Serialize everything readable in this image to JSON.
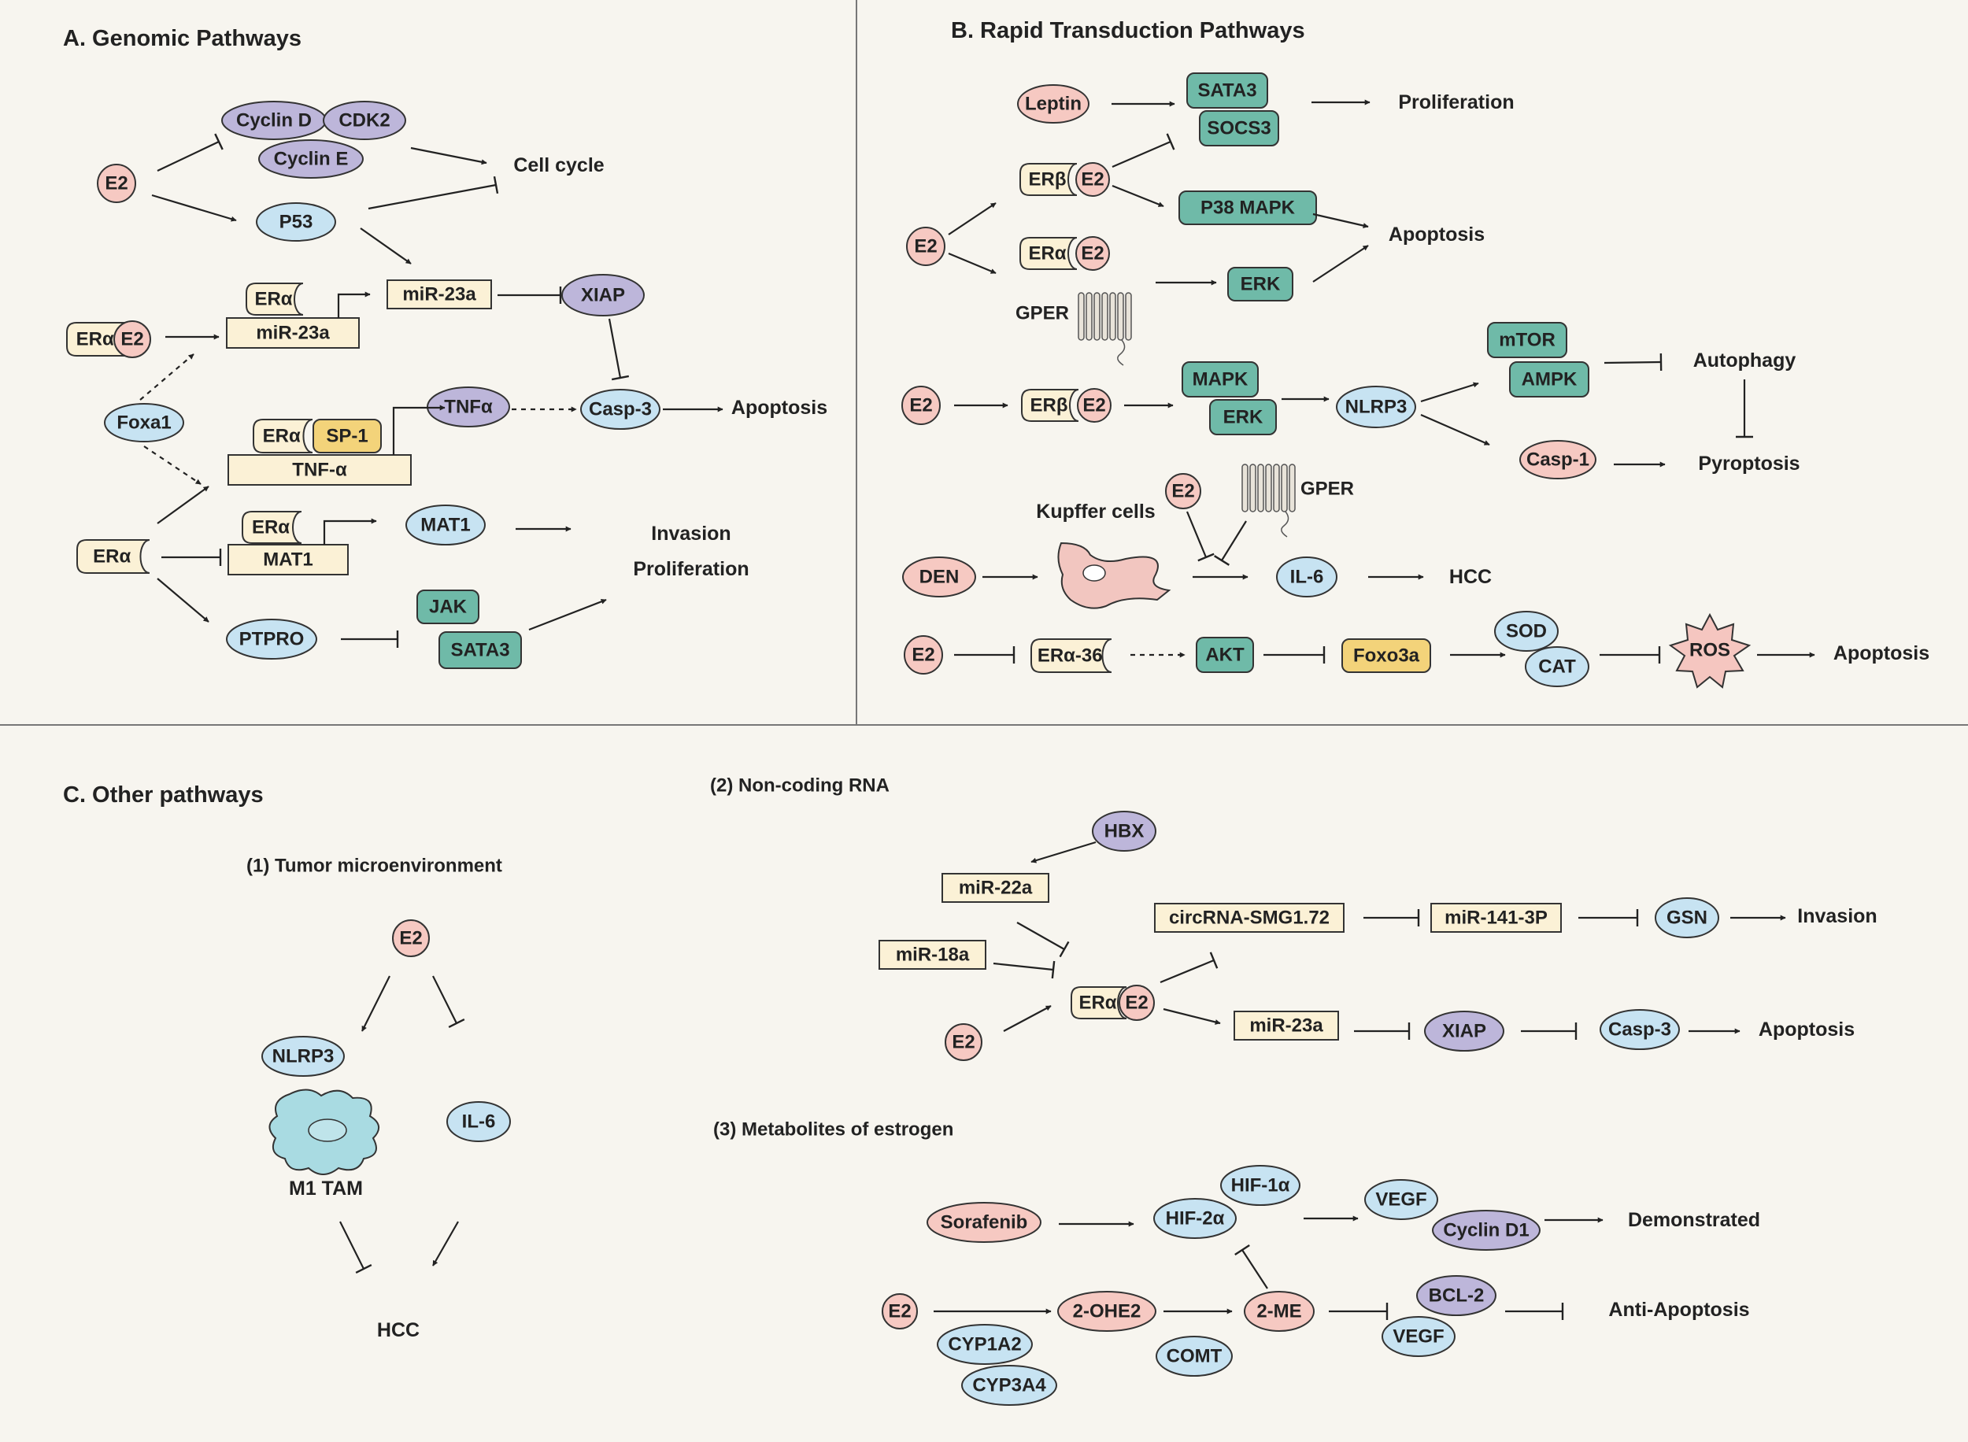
{
  "colors": {
    "background": "#f7f5ef",
    "pink": "#f6c9c2",
    "blue": "#c7e3f2",
    "purple": "#bdb6da",
    "teal": "#6fbaa8",
    "cream": "#fbf1d6",
    "yellow": "#f3d37a",
    "stroke": "#333333"
  },
  "sections": {
    "a": "A. Genomic Pathways",
    "b": "B. Rapid Transduction Pathways",
    "c": "C. Other pathways",
    "c1": "(1) Tumor microenvironment",
    "c2": "(2) Non-coding RNA",
    "c3": "(3) Metabolites of estrogen"
  },
  "a": {
    "cyclin_d": "Cyclin D",
    "cdk2": "CDK2",
    "cyclin_e": "Cyclin E",
    "e2": "E2",
    "p53": "P53",
    "cell_cycle": "Cell cycle",
    "era": "ERα",
    "era_e2": "E2",
    "mir23a_gene": "miR-23a",
    "mir23a_gene_era": "ERα",
    "mir23a": "miR-23a",
    "xiap": "XIAP",
    "foxa1": "Foxa1",
    "tnf_gene_era": "ERα",
    "sp1": "SP-1",
    "tnf_gene": "TNF-α",
    "tnfa": "TNFα",
    "casp3": "Casp-3",
    "apoptosis": "Apoptosis",
    "era_main": "ERα",
    "mat1_gene_era": "ERα",
    "mat1_gene": "MAT1",
    "mat1": "MAT1",
    "invasion": "Invasion",
    "proliferation": "Proliferation",
    "ptpro": "PTPRO",
    "jak": "JAK",
    "sata3": "SATA3"
  },
  "b": {
    "leptin": "Leptin",
    "sata3": "SATA3",
    "socs3": "SOCS3",
    "proliferation": "Proliferation",
    "erb": "ERβ",
    "erb_e2": "E2",
    "p38": "P38 MAPK",
    "e2": "E2",
    "era": "ERα",
    "era_e2": "E2",
    "apoptosis": "Apoptosis",
    "gper": "GPER",
    "erk": "ERK",
    "mtor": "mTOR",
    "ampk": "AMPK",
    "autophagy": "Autophagy",
    "e2_2": "E2",
    "erb2": "ERβ",
    "erb2_e2": "E2",
    "mapk": "MAPK",
    "erk2": "ERK",
    "nlrp3": "NLRP3",
    "casp1": "Casp-1",
    "pyroptosis": "Pyroptosis",
    "e2_3": "E2",
    "gper2": "GPER",
    "kupffer": "Kupffer cells",
    "den": "DEN",
    "il6": "IL-6",
    "hcc": "HCC",
    "e2_4": "E2",
    "era36": "ERα-36",
    "akt": "AKT",
    "foxo3a": "Foxo3a",
    "sod": "SOD",
    "cat": "CAT",
    "ros": "ROS",
    "apoptosis2": "Apoptosis"
  },
  "c1": {
    "e2": "E2",
    "nlrp3": "NLRP3",
    "il6": "IL-6",
    "m1tam": "M1 TAM",
    "hcc": "HCC"
  },
  "c2": {
    "hbx": "HBX",
    "mir22a": "miR-22a",
    "mir18a": "miR-18a",
    "e2": "E2",
    "era": "ERα",
    "era_e2": "E2",
    "circrna": "circRNA-SMG1.72",
    "mir141": "miR-141-3P",
    "gsn": "GSN",
    "invasion": "Invasion",
    "mir23a": "miR-23a",
    "xiap": "XIAP",
    "casp3": "Casp-3",
    "apoptosis": "Apoptosis"
  },
  "c3": {
    "hif1a": "HIF-1α",
    "hif2a": "HIF-2α",
    "sorafenib": "Sorafenib",
    "vegf": "VEGF",
    "cyclind1": "Cyclin D1",
    "demonstrated": "Demonstrated",
    "e2": "E2",
    "ohe2": "2-OHE2",
    "me2": "2-ME",
    "bcl2": "BCL-2",
    "vegf2": "VEGF",
    "anti_apoptosis": "Anti-Apoptosis",
    "cyp1a2": "CYP1A2",
    "cyp3a4": "CYP3A4",
    "comt": "COMT"
  }
}
